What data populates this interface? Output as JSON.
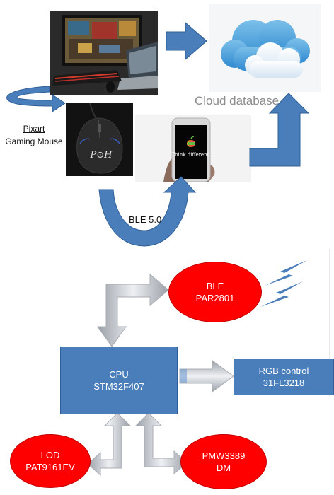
{
  "top": {
    "cloud_label": "Cloud database",
    "mouse_label_line1": "Pixart",
    "mouse_label_line2": "Gaming Mouse",
    "ble_label": "BLE 5.0",
    "phone_screen_text": "Think different.",
    "mouse_logo_text": "P⊙H"
  },
  "bottom": {
    "cpu_line1": "CPU",
    "cpu_line2": "STM32F407",
    "ble_line1": "BLE",
    "ble_line2": "PAR2801",
    "rgb_line1": "RGB control",
    "rgb_line2": "31FL3218",
    "lod_line1": "LOD",
    "lod_line2": "PAT9161EV",
    "pmw_line1": "PMW3389",
    "pmw_line2": "DM"
  },
  "colors": {
    "box_blue": "#4a7ebb",
    "node_red": "#ff0000",
    "arrow_blue": "#4a7ebb",
    "cloud_label_gray": "#8c8c8c"
  },
  "icons": [
    "cloud-icon",
    "lightning-bolt-icon",
    "apple-logo-icon"
  ]
}
